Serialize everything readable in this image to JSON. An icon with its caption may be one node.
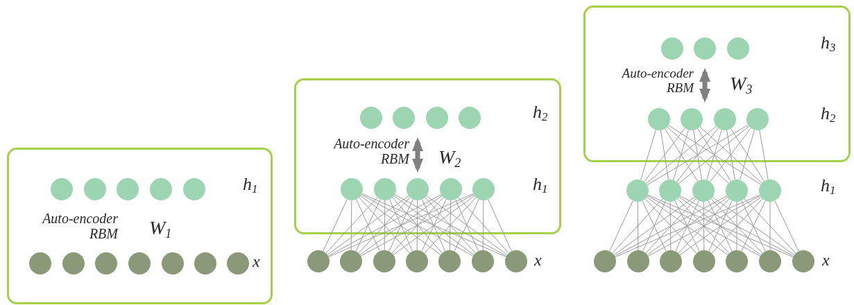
{
  "diagram": {
    "nodes": [
      {
        "text": [],
        "shape": "box"
      },
      {
        "text": [],
        "shape": "circle",
        "in": 0
      },
      {
        "text": [],
        "shape": "circle",
        "in": 0
      },
      {
        "text": [],
        "shape": "circle",
        "in": 0
      },
      {
        "text": [],
        "shape": "circle",
        "in": 0
      },
      {
        "text": [],
        "shape": "circle",
        "in": 0
      },
      {
        "text": [],
        "shape": "circle",
        "in": 0
      },
      {
        "text": [],
        "shape": "circle",
        "in": 0
      },
      {
        "text": [],
        "shape": "circle",
        "in": 0
      },
      {
        "text": [],
        "shape": "circle",
        "in": 0
      },
      {
        "text": [],
        "shape": "circle",
        "in": 0
      },
      {
        "text": [],
        "shape": "circle",
        "in": 0
      },
      {
        "text": [],
        "shape": "circle",
        "in": 0
      },
      {
        "text": [],
        "shape": "box"
      },
      {
        "text": [],
        "shape": "circle",
        "in": 13
      },
      {
        "text": [],
        "shape": "circle",
        "in": 13
      },
      {
        "text": [],
        "shape": "circle",
        "in": 13
      },
      {
        "text": [],
        "shape": "circle",
        "in": 13
      },
      {
        "text": [],
        "shape": "circle",
        "in": 13
      },
      {
        "text": [],
        "shape": "circle",
        "in": 13
      },
      {
        "text": [],
        "shape": "circle",
        "in": 13
      },
      {
        "text": [],
        "shape": "circle",
        "in": 13
      },
      {
        "text": [],
        "shape": "circle",
        "in": 13
      },
      {
        "text": [],
        "shape": "circle"
      },
      {
        "text": [],
        "shape": "circle"
      },
      {
        "text": [],
        "shape": "circle"
      },
      {
        "text": [],
        "shape": "circle"
      },
      {
        "text": [],
        "shape": "circle"
      },
      {
        "text": [],
        "shape": "circle"
      },
      {
        "text": [],
        "shape": "circle"
      },
      {
        "text": [],
        "shape": "box"
      },
      {
        "text": [],
        "shape": "circle",
        "in": 30
      },
      {
        "text": [],
        "shape": "circle",
        "in": 30
      },
      {
        "text": [],
        "shape": "circle",
        "in": 30
      },
      {
        "text": [],
        "shape": "circle",
        "in": 30
      },
      {
        "text": [],
        "shape": "circle",
        "in": 30
      },
      {
        "text": [],
        "shape": "circle",
        "in": 30
      },
      {
        "text": [],
        "shape": "circle",
        "in": 30
      },
      {
        "text": [],
        "shape": "circle"
      },
      {
        "text": [],
        "shape": "circle"
      },
      {
        "text": [],
        "shape": "circle"
      },
      {
        "text": [],
        "shape": "circle"
      },
      {
        "text": [],
        "shape": "circle"
      },
      {
        "text": [],
        "shape": "circle"
      },
      {
        "text": [],
        "shape": "circle"
      },
      {
        "text": [],
        "shape": "circle"
      },
      {
        "text": [],
        "shape": "circle"
      },
      {
        "text": [],
        "shape": "circle"
      },
      {
        "text": [],
        "shape": "circle"
      },
      {
        "text": [],
        "shape": "circle"
      }
    ],
    "edges": [
      {
        "from": 15,
        "to": 20,
        "arrow": "both",
        "style": "thick",
        "color": "#808080"
      },
      {
        "from": 23,
        "to": 18,
        "arrow": "none"
      },
      {
        "from": 23,
        "to": 19,
        "arrow": "none"
      },
      {
        "from": 23,
        "to": 20,
        "arrow": "none"
      },
      {
        "from": 23,
        "to": 21,
        "arrow": "none"
      },
      {
        "from": 23,
        "to": 22,
        "arrow": "none"
      },
      {
        "from": 24,
        "to": 18,
        "arrow": "none"
      },
      {
        "from": 24,
        "to": 19,
        "arrow": "none"
      },
      {
        "from": 24,
        "to": 20,
        "arrow": "none"
      },
      {
        "from": 24,
        "to": 21,
        "arrow": "none"
      },
      {
        "from": 24,
        "to": 22,
        "arrow": "none"
      },
      {
        "from": 25,
        "to": 18,
        "arrow": "none"
      },
      {
        "from": 25,
        "to": 19,
        "arrow": "none"
      },
      {
        "from": 25,
        "to": 20,
        "arrow": "none"
      },
      {
        "from": 25,
        "to": 21,
        "arrow": "none"
      },
      {
        "from": 25,
        "to": 22,
        "arrow": "none"
      },
      {
        "from": 26,
        "to": 18,
        "arrow": "none"
      },
      {
        "from": 26,
        "to": 19,
        "arrow": "none"
      },
      {
        "from": 26,
        "to": 20,
        "arrow": "none"
      },
      {
        "from": 26,
        "to": 21,
        "arrow": "none"
      },
      {
        "from": 26,
        "to": 22,
        "arrow": "none"
      },
      {
        "from": 27,
        "to": 18,
        "arrow": "none"
      },
      {
        "from": 27,
        "to": 19,
        "arrow": "none"
      },
      {
        "from": 27,
        "to": 20,
        "arrow": "none"
      },
      {
        "from": 27,
        "to": 21,
        "arrow": "none"
      },
      {
        "from": 27,
        "to": 22,
        "arrow": "none"
      },
      {
        "from": 28,
        "to": 18,
        "arrow": "none"
      },
      {
        "from": 28,
        "to": 19,
        "arrow": "none"
      },
      {
        "from": 28,
        "to": 20,
        "arrow": "none"
      },
      {
        "from": 28,
        "to": 21,
        "arrow": "none"
      },
      {
        "from": 28,
        "to": 22,
        "arrow": "none"
      },
      {
        "from": 29,
        "to": 18,
        "arrow": "none"
      },
      {
        "from": 29,
        "to": 19,
        "arrow": "none"
      },
      {
        "from": 29,
        "to": 20,
        "arrow": "none"
      },
      {
        "from": 29,
        "to": 21,
        "arrow": "none"
      },
      {
        "from": 29,
        "to": 22,
        "arrow": "none"
      },
      {
        "from": 32,
        "to": 35,
        "arrow": "both",
        "style": "thick",
        "color": "#808080"
      },
      {
        "from": 38,
        "to": 34,
        "arrow": "none"
      },
      {
        "from": 38,
        "to": 35,
        "arrow": "none"
      },
      {
        "from": 38,
        "to": 36,
        "arrow": "none"
      },
      {
        "from": 38,
        "to": 37,
        "arrow": "none"
      },
      {
        "from": 39,
        "to": 34,
        "arrow": "none"
      },
      {
        "from": 39,
        "to": 35,
        "arrow": "none"
      },
      {
        "from": 39,
        "to": 36,
        "arrow": "none"
      },
      {
        "from": 39,
        "to": 37,
        "arrow": "none"
      },
      {
        "from": 40,
        "to": 34,
        "arrow": "none"
      },
      {
        "from": 40,
        "to": 35,
        "arrow": "none"
      },
      {
        "from": 40,
        "to": 36,
        "arrow": "none"
      },
      {
        "from": 40,
        "to": 37,
        "arrow": "none"
      },
      {
        "from": 41,
        "to": 34,
        "arrow": "none"
      },
      {
        "from": 41,
        "to": 35,
        "arrow": "none"
      },
      {
        "from": 41,
        "to": 36,
        "arrow": "none"
      },
      {
        "from": 41,
        "to": 37,
        "arrow": "none"
      },
      {
        "from": 42,
        "to": 34,
        "arrow": "none"
      },
      {
        "from": 42,
        "to": 35,
        "arrow": "none"
      },
      {
        "from": 42,
        "to": 36,
        "arrow": "none"
      },
      {
        "from": 42,
        "to": 37,
        "arrow": "none"
      },
      {
        "from": 43,
        "to": 38,
        "arrow": "none"
      },
      {
        "from": 43,
        "to": 39,
        "arrow": "none"
      },
      {
        "from": 43,
        "to": 40,
        "arrow": "none"
      },
      {
        "from": 43,
        "to": 41,
        "arrow": "none"
      },
      {
        "from": 43,
        "to": 42,
        "arrow": "none"
      },
      {
        "from": 44,
        "to": 38,
        "arrow": "none"
      },
      {
        "from": 44,
        "to": 39,
        "arrow": "none"
      },
      {
        "from": 44,
        "to": 40,
        "arrow": "none"
      },
      {
        "from": 44,
        "to": 41,
        "arrow": "none"
      },
      {
        "from": 44,
        "to": 42,
        "arrow": "none"
      },
      {
        "from": 45,
        "to": 38,
        "arrow": "none"
      },
      {
        "from": 45,
        "to": 39,
        "arrow": "none"
      },
      {
        "from": 45,
        "to": 40,
        "arrow": "none"
      },
      {
        "from": 45,
        "to": 41,
        "arrow": "none"
      },
      {
        "from": 45,
        "to": 42,
        "arrow": "none"
      },
      {
        "from": 46,
        "to": 38,
        "arrow": "none"
      },
      {
        "from": 46,
        "to": 39,
        "arrow": "none"
      },
      {
        "from": 46,
        "to": 40,
        "arrow": "none"
      },
      {
        "from": 46,
        "to": 41,
        "arrow": "none"
      },
      {
        "from": 46,
        "to": 42,
        "arrow": "none"
      },
      {
        "from": 47,
        "to": 38,
        "arrow": "none"
      },
      {
        "from": 47,
        "to": 39,
        "arrow": "none"
      },
      {
        "from": 47,
        "to": 40,
        "arrow": "none"
      },
      {
        "from": 47,
        "to": 41,
        "arrow": "none"
      },
      {
        "from": 47,
        "to": 42,
        "arrow": "none"
      },
      {
        "from": 48,
        "to": 38,
        "arrow": "none"
      },
      {
        "from": 48,
        "to": 39,
        "arrow": "none"
      },
      {
        "from": 48,
        "to": 40,
        "arrow": "none"
      },
      {
        "from": 48,
        "to": 41,
        "arrow": "none"
      },
      {
        "from": 48,
        "to": 42,
        "arrow": "none"
      },
      {
        "from": 49,
        "to": 38,
        "arrow": "none"
      },
      {
        "from": 49,
        "to": 39,
        "arrow": "none"
      },
      {
        "from": 49,
        "to": 40,
        "arrow": "none"
      },
      {
        "from": 49,
        "to": 41,
        "arrow": "none"
      },
      {
        "from": 49,
        "to": 42,
        "arrow": "none"
      }
    ],
    "labels": [
      "h$_{1}$",
      "Auto-encoder RBM",
      "W$_{1}$",
      "x",
      "h$_{2}$",
      "Auto-encoder RBM",
      "W$_{2}$",
      "h$_{1}$",
      "x",
      "h$_{3}$",
      "Auto-encoder RBM",
      "W$_{3}$",
      "h$_{2}$",
      "h$_{1}$",
      "x"
    ]
  }
}
